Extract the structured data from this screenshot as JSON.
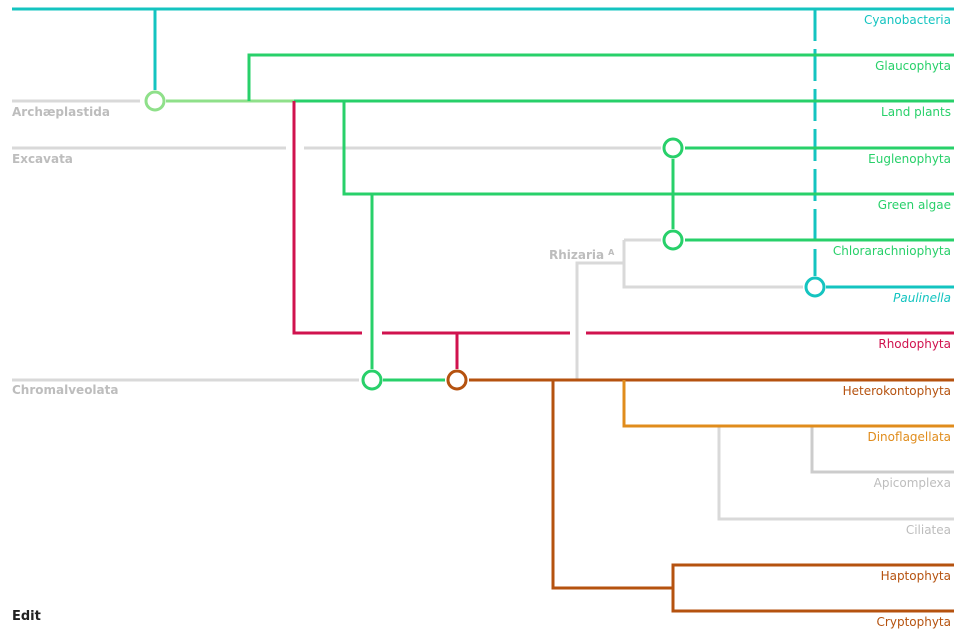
{
  "colors": {
    "cyan": "#14c4c0",
    "green": "#28d06a",
    "lightgreen": "#8fe08a",
    "red": "#d0124e",
    "brown": "#b5520f",
    "orange": "#e08c1c",
    "grey": "#d9d9d9",
    "greytext": "#bdbdbd"
  },
  "groups": {
    "archaeplastida": "Archæplastida",
    "excavata": "Excavata",
    "rhizaria": "Rhizaria",
    "chromalveolata": "Chromalveolata"
  },
  "taxa": {
    "cyanobacteria": "Cyanobacteria",
    "glaucophyta": "Glaucophyta",
    "land_plants": "Land plants",
    "euglenophyta": "Euglenophyta",
    "green_algae": "Green algae",
    "chlorarachniophyta": "Chlorarachniophyta",
    "paulinella": "Paulinella",
    "rhodophyta": "Rhodophyta",
    "heterokontophyta": "Heterokontophyta",
    "dinoflagellata": "Dinoflagellata",
    "apicomplexa": "Apicomplexa",
    "ciliatea": "Ciliatea",
    "haptophyta": "Haptophyta",
    "cryptophyta": "Cryptophyta"
  },
  "rhizaria_superscript": "A",
  "edit_label": "Edit"
}
